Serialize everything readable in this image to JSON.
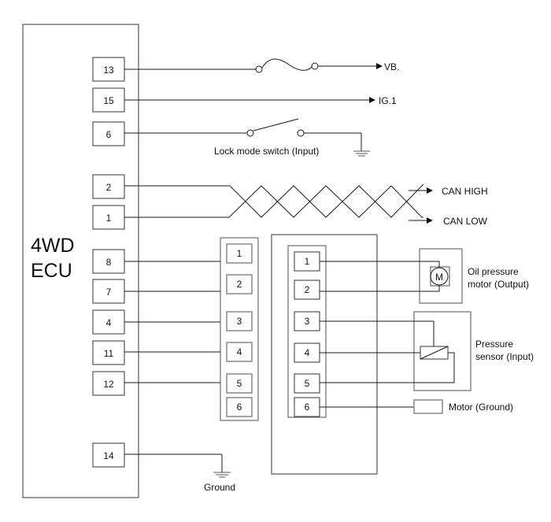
{
  "ecu": {
    "title_line1": "4WD",
    "title_line2": "ECU",
    "pins": [
      "13",
      "15",
      "6",
      "2",
      "1",
      "8",
      "7",
      "4",
      "11",
      "12",
      "14"
    ]
  },
  "signals": {
    "vb": "VB.",
    "ig1": "IG.1",
    "can_high": "CAN HIGH",
    "can_low": "CAN LOW",
    "ground": "Ground"
  },
  "lock_switch": {
    "label": "Lock mode switch (Input)"
  },
  "middle_connector": {
    "pins": [
      "1",
      "2",
      "3",
      "4",
      "5",
      "6"
    ]
  },
  "actuator_connector": {
    "pins": [
      "1",
      "2",
      "3",
      "4",
      "5",
      "6"
    ]
  },
  "oil_pressure_motor": {
    "symbol": "M",
    "label_line1": "Oil pressure",
    "label_line2": "motor (Output)"
  },
  "pressure_sensor": {
    "label_line1": "Pressure",
    "label_line2": "sensor (Input)"
  },
  "motor_ground": {
    "label": "Motor (Ground)"
  }
}
